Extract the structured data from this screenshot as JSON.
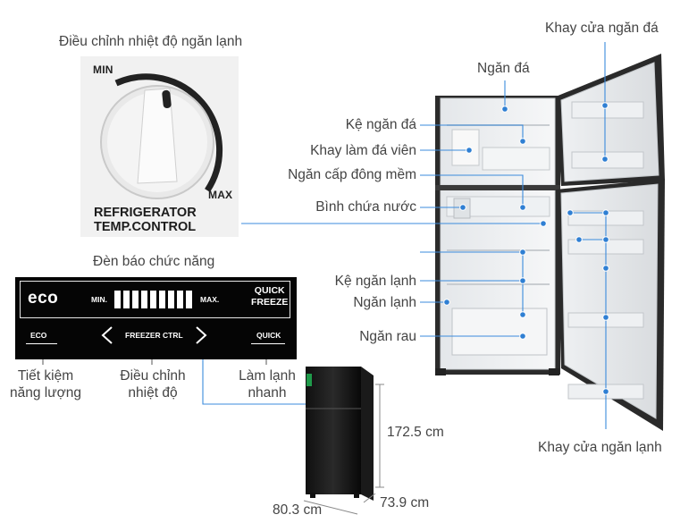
{
  "labels": {
    "dial_title": "Điều chỉnh nhiệt độ ngăn lạnh",
    "panel_title": "Đèn báo chức năng",
    "eco_desc_1": "Tiết kiệm",
    "eco_desc_2": "năng lượng",
    "temp_desc_1": "Điều chỉnh",
    "temp_desc_2": "nhiệt độ",
    "quick_desc_1": "Làm lạnh",
    "quick_desc_2": "nhanh",
    "freezer_door_tray": "Khay cửa ngăn đá",
    "freezer": "Ngăn đá",
    "freezer_shelf": "Kệ ngăn đá",
    "ice_tray": "Khay làm đá viên",
    "soft_freeze": "Ngăn cấp đông mềm",
    "water_tank": "Bình chứa nước",
    "fridge_shelf": "Kệ ngăn lạnh",
    "fridge": "Ngăn lạnh",
    "crisper": "Ngăn rau",
    "fridge_door_tray": "Khay cửa ngăn lạnh"
  },
  "dial": {
    "min": "MIN",
    "max": "MAX",
    "line1": "REFRIGERATOR",
    "line2": "TEMP.CONTROL"
  },
  "panel": {
    "eco": "eco",
    "min": "MIN.",
    "max": "MAX.",
    "bar_count": 9,
    "quick1": "QUICK",
    "quick2": "FREEZE",
    "eco_btn": "ECO",
    "freezer_ctrl": "FREEZER CTRL",
    "quick_btn": "QUICK"
  },
  "dimensions": {
    "height": "172.5 cm",
    "width": "80.3 cm",
    "depth": "73.9 cm"
  },
  "colors": {
    "leader": "#2f7fd3",
    "dot": "#2f7fd3",
    "panel_bg": "#050505"
  }
}
